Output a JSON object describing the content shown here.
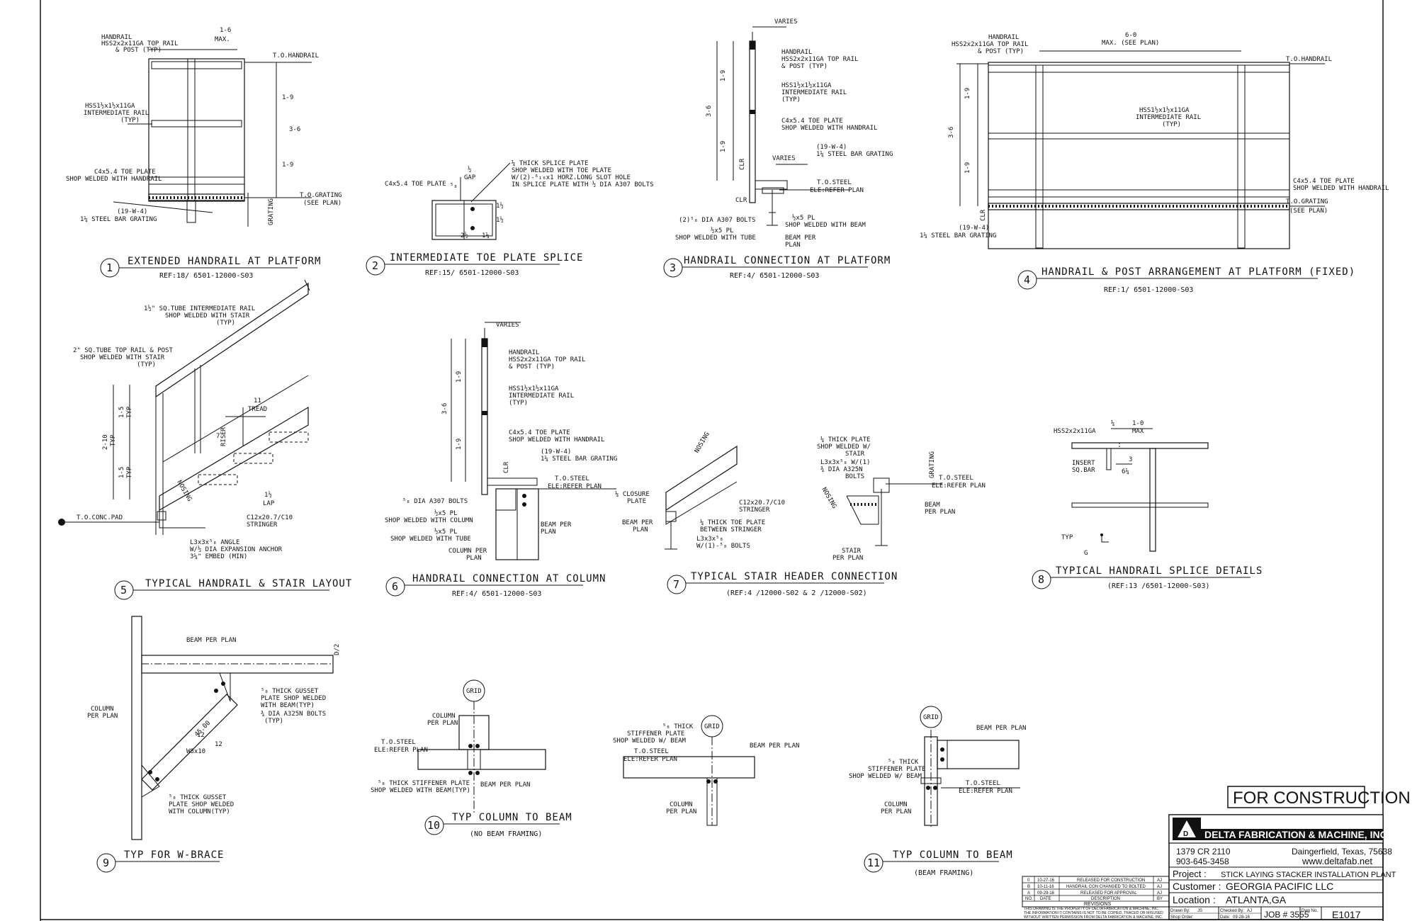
{
  "details": [
    {
      "num": "1",
      "title": "EXTENDED HANDRAIL AT PLATFORM",
      "ref": "REF:18/ 6501-12000-S03"
    },
    {
      "num": "2",
      "title": "INTERMEDIATE TOE PLATE SPLICE",
      "ref": "REF:15/ 6501-12000-S03"
    },
    {
      "num": "3",
      "title": "HANDRAIL CONNECTION AT PLATFORM",
      "ref": "REF:4/ 6501-12000-S03"
    },
    {
      "num": "4",
      "title": "HANDRAIL & POST ARRANGEMENT AT PLATFORM (FIXED)",
      "ref": "REF:1/ 6501-12000-S03"
    },
    {
      "num": "5",
      "title": "TYPICAL HANDRAIL & STAIR LAYOUT",
      "ref": ""
    },
    {
      "num": "6",
      "title": "HANDRAIL CONNECTION AT COLUMN",
      "ref": "REF:4/ 6501-12000-S03"
    },
    {
      "num": "7",
      "title": "TYPICAL STAIR HEADER CONNECTION",
      "ref": "(REF:4 /12000-S02 & 2 /12000-S02)"
    },
    {
      "num": "8",
      "title": "TYPICAL HANDRAIL SPLICE DETAILS",
      "ref": "(REF:13 /6501-12000-S03)"
    },
    {
      "num": "9",
      "title": "TYP FOR W-BRACE",
      "ref": ""
    },
    {
      "num": "10",
      "title": "TYP COLUMN TO BEAM",
      "ref": "(NO BEAM FRAMING)"
    },
    {
      "num": "11",
      "title": "TYP COLUMN TO BEAM",
      "ref": "(BEAM FRAMING)"
    }
  ],
  "notes": {
    "d1": {
      "handrail": "HANDRAIL",
      "top_rail": "HSS2x2x11GA TOP RAIL",
      "post": "& POST (TYP)",
      "dim_top": "1-6",
      "dim_max": "MAX.",
      "to_handrail": "T.O.HANDRAIL",
      "int_rail_1": "HSS1½x1½x11GA",
      "int_rail_2": "INTERMEDIATE RAIL",
      "int_rail_3": "(TYP)",
      "dim_1_9a": "1-9",
      "dim_3_6": "3-6",
      "dim_1_9b": "1-9",
      "toe_1": "C4x5.4 TOE PLATE",
      "toe_2": "SHOP WELDED WITH HANDRAIL",
      "to_grating": "T.O.GRATING",
      "see_plan": "(SEE PLAN)",
      "grat_1": "(19-W-4)",
      "grat_2": "1¼ STEEL BAR GRATING",
      "grating_v": "GRATING"
    },
    "d2": {
      "splice_1": "¼ THICK SPLICE PLATE",
      "splice_2": "SHOP WELDED WITH TOE PLATE",
      "splice_3": "W/(2)-⁶₁₆x1 HORZ.LONG SLOT HOLE",
      "splice_4": "IN SPLICE PLATE WITH ½ DIA A307 BOLTS",
      "toe": "C4x5.4 TOE PLATE",
      "gap": "GAP",
      "gap_dim": "½",
      "d_left": "⁵₈",
      "d_r1": "1½",
      "d_r2": "1½",
      "d_bot1": "2½",
      "d_bot2": "1¼"
    },
    "d3": {
      "varies": "VARIES",
      "handrail": "HANDRAIL",
      "top_rail": "HSS2x2x11GA TOP RAIL",
      "post": "& POST (TYP)",
      "int_1": "HSS1½x1½x11GA",
      "int_2": "INTERMEDIATE RAIL",
      "int_3": "(TYP)",
      "toe_1": "C4x5.4 TOE PLATE",
      "toe_2": "SHOP WELDED WITH HANDRAIL",
      "grat_1": "(19-W-4)",
      "grat_2": "1¼ STEEL BAR GRATING",
      "varies2": "VARIES",
      "to_steel": "T.O.STEEL",
      "ele": "ELE:REFER PLAN",
      "bolts": "(2)⁵₈ DIA A307 BOLTS",
      "pl_1": "½x5 PL",
      "pl_2": "SHOP WELDED WITH BEAM",
      "pl_3": "½x5 PL",
      "pl_4": "SHOP WELDED WITH TUBE",
      "beam_1": "BEAM PER",
      "beam_2": "PLAN",
      "dim_1_9a": "1-9",
      "dim_3_6": "3-6",
      "dim_1_9b": "1-9",
      "clr": "CLR",
      "clr2": "CLR"
    },
    "d4": {
      "handrail": "HANDRAIL",
      "top_rail": "HSS2x2x11GA TOP RAIL",
      "post": "& POST (TYP)",
      "dim_top": "6-0",
      "dim_max": "MAX. (SEE PLAN)",
      "to_handrail": "T.O.HANDRAIL",
      "int_1": "HSS1½x1½x11GA",
      "int_2": "INTERMEDIATE RAIL",
      "int_3": "(TYP)",
      "dim_1_9a": "1-9",
      "dim_3_6": "3-6",
      "dim_1_9b": "1-9",
      "toe_1": "C4x5.4 TOE PLATE",
      "toe_2": "SHOP WELDED WITH HANDRAIL",
      "to_grating": "T.O.GRATING",
      "see_plan": "(SEE PLAN)",
      "grat_1": "(19-W-4)",
      "grat_2": "1¼ STEEL BAR GRATING",
      "clr": "CLR"
    },
    "d5": {
      "int_1": "1½\" SQ.TUBE INTERMEDIATE RAIL",
      "int_2": "SHOP WELDED WITH STAIR",
      "int_3": "(TYP)",
      "top_1": "2\" SQ.TUBE TOP RAIL & POST",
      "top_2": "SHOP WELDED WITH STAIR",
      "top_3": "(TYP)",
      "tread": "TREAD",
      "tread_dim": "11",
      "riser": "RISER",
      "riser_dim": "7",
      "nosing": "NOSING",
      "dim_1_5a": "1-5",
      "dim_2_10": "2-10",
      "dim_1_5b": "1-5",
      "typ": "TYP",
      "lap": "LAP",
      "lap_dim": "1½",
      "to_conc": "T.O.CONC.PAD",
      "stringer_1": "C12x20.7/C10",
      "stringer_2": "STRINGER",
      "angle_1": "L3x3x⁵₈ ANGLE",
      "angle_2": "W/½ DIA EXPANSION ANCHOR",
      "angle_3": "3¼\" EMBED (MIN)"
    },
    "d6": {
      "varies": "VARIES",
      "handrail": "HANDRAIL",
      "top_rail": "HSS2x2x11GA TOP RAIL",
      "post": "& POST (TYP)",
      "int_1": "HSS1½x1½x11GA",
      "int_2": "INTERMEDIATE RAIL",
      "int_3": "(TYP)",
      "toe_1": "C4x5.4 TOE PLATE",
      "toe_2": "SHOP WELDED WITH HANDRAIL",
      "grat_1": "(19-W-4)",
      "grat_2": "1¼ STEEL BAR GRATING",
      "to_steel": "T.O.STEEL",
      "ele": "ELE:REFER PLAN",
      "bolts": "⁵₈ DIA A307 BOLTS",
      "pl_1": "½x5 PL",
      "pl_2": "SHOP WELDED WITH COLUMN",
      "pl_3": "½x5 PL",
      "pl_4": "SHOP WELDED WITH TUBE",
      "beam_1": "BEAM PER",
      "beam_2": "PLAN",
      "col_1": "COLUMN PER",
      "col_2": "PLAN",
      "dim_1_9a": "1-9",
      "dim_3_6": "3-6",
      "dim_1_9b": "1-9",
      "clr": "CLR"
    },
    "d7": {
      "nosing": "NOSING",
      "closure_1": "¼ CLOSURE",
      "closure_2": "PLATE",
      "stringer_1": "C12x20.7/C10",
      "stringer_2": "STRINGER",
      "beam_1": "BEAM PER",
      "beam_2": "PLAN",
      "toe_1": "¼ THICK TOE PLATE",
      "toe_2": "BETWEEN STRINGER",
      "ang_1": "L3x3x⁵₈",
      "ang_2": "W/(1)-⁵₈ BOLTS",
      "plate_1": "¼ THICK PLATE",
      "plate_2": "SHOP WELDED W/",
      "plate_3": "STAIR",
      "plate_4": "L3x3x⁵₈ W/(1)",
      "plate_5": "¾ DIA A325N",
      "plate_6": "BOLTS",
      "to_steel": "T.O.STEEL",
      "ele": "ELE:REFER PLAN",
      "beam_3": "BEAM",
      "beam_4": "PER PLAN",
      "stair_1": "STAIR",
      "stair_2": "PER PLAN",
      "grating": "GRATING",
      "nosing2": "NOSING"
    },
    "d8": {
      "hss": "HSS2x2x11GA",
      "dim_1": "¼",
      "dim_2": "1-0",
      "max": "MAX",
      "insert_1": "INSERT",
      "insert_2": "SQ.BAR",
      "dim_3": "3",
      "dim_4": "6¼",
      "typ": "TYP",
      "g": "G"
    },
    "d9": {
      "beam": "BEAM PER PLAN",
      "d2": "D/2",
      "gusset_1": "⁵₈ THICK GUSSET",
      "gusset_2": "PLATE SHOP WELDED",
      "gusset_3": "WITH BEAM(TYP)",
      "bolts_1": "¾ DIA A325N BOLTS",
      "bolts_2": "(TYP)",
      "col_1": "COLUMN",
      "col_2": "PER PLAN",
      "w": "W8x10",
      "s1": "12",
      "s2": "12",
      "ang": "45.00",
      "gusset_4": "⁵₈ THICK GUSSET",
      "gusset_5": "PLATE SHOP WELDED",
      "gusset_6": "WITH COLUMN(TYP)"
    },
    "d10": {
      "grid": "GRID",
      "col_1": "COLUMN",
      "col_2": "PER PLAN",
      "to_steel": "T.O.STEEL",
      "ele": "ELE:REFER PLAN",
      "stiff_1": "⁵₈ THICK STIFFENER PLATE",
      "stiff_2": "SHOP WELDED WITH BEAM(TYP)",
      "beam": "BEAM PER PLAN"
    },
    "d10b": {
      "grid": "GRID",
      "stiff_1": "⁵₈ THICK",
      "stiff_2": "STIFFENER PLATE",
      "stiff_3": "SHOP WELDED W/ BEAM",
      "beam": "BEAM PER PLAN",
      "to_steel": "T.O.STEEL",
      "ele": "ELE:REFER PLAN",
      "col_1": "COLUMN",
      "col_2": "PER PLAN"
    },
    "d11": {
      "grid": "GRID",
      "beam": "BEAM PER PLAN",
      "stiff_1": "⁵₈ THICK",
      "stiff_2": "STIFFENER PLATE",
      "stiff_3": "SHOP WELDED W/ BEAM",
      "to_steel": "T.O.STEEL",
      "ele": "ELE:REFER PLAN",
      "col_1": "COLUMN",
      "col_2": "PER PLAN"
    }
  },
  "stamp": "FOR CONSTRUCTION",
  "title_block": {
    "company": "DELTA FABRICATION & MACHINE, INC.",
    "address": "1379 CR 2110",
    "city": "Daingerfield, Texas, 75638",
    "phone": "903-645-3458",
    "web": "www.deltafab.net",
    "project_label": "Project :",
    "project": "STICK LAYING STACKER INSTALLATION PLANT",
    "customer_label": "Customer :",
    "customer": "GEORGIA PACIFIC LLC",
    "location_label": "Location :",
    "location": "ATLANTA,GA",
    "drawn_label": "Drawn By:",
    "drawn": "JS",
    "checked_label": "Checked By:",
    "checked": "AJ",
    "shop_label": "Shop Order:",
    "date_label": "Date:",
    "date": "09-28-16",
    "job": "JOB # 3555",
    "dwg_label": "Dwg No.",
    "dwg": "E1017",
    "disclaimer_1": "THIS DRAWING IS THE PROPERTY OF DELTA FABRICATION & MACHINE, INC.",
    "disclaimer_2": "THE INFORMATION IT CONTAINS IS NOT TO BE COPIED, TRACED OR MISUSED",
    "disclaimer_3": "WITHOUT WRITTEN PERMISSION FROM DELTA FABRICATION & MACHINE, INC."
  },
  "revisions": {
    "header": "REVISIONS",
    "columns": [
      "NO.",
      "DATE",
      "DESCRIPTION",
      "BY"
    ],
    "rows": [
      [
        "0",
        "10-27-16",
        "RELEASED FOR CONSTRUCTION",
        "AJ"
      ],
      [
        "B",
        "10-11-16",
        "HANDRAIL CON CHANGED TO BOLTED",
        "AJ"
      ],
      [
        "A",
        "09-29-16",
        "RELEASED FOR APPROVAL",
        "AJ"
      ]
    ]
  }
}
